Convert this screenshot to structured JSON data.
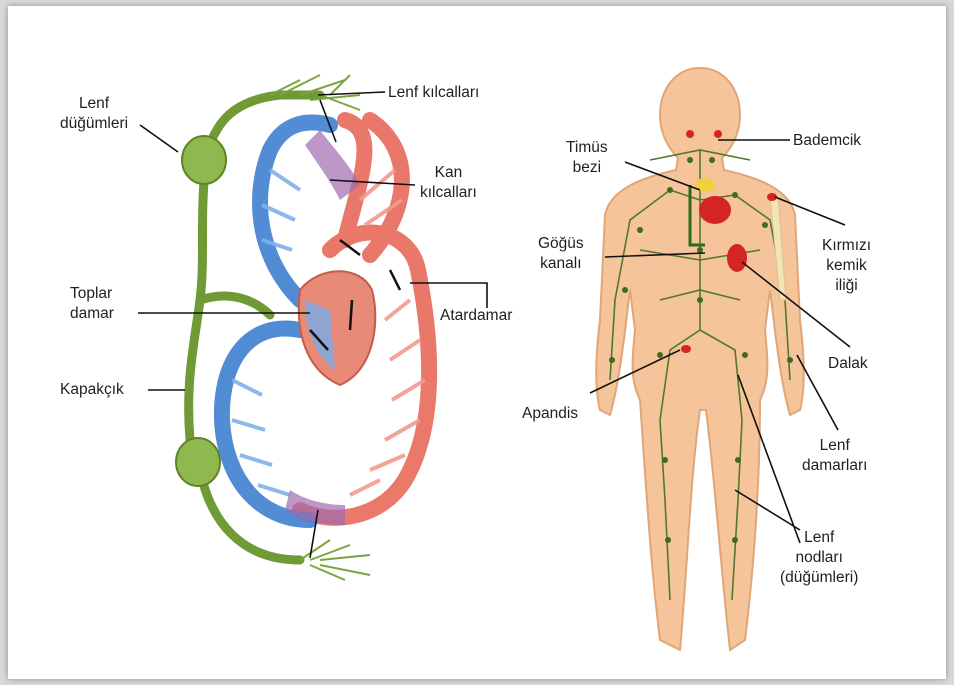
{
  "left_diagram": {
    "lenf_dugumleri": [
      "Lenf",
      "düğümleri"
    ],
    "lenf_kilcallari": "Lenf kılcalları",
    "kan_kilcallari": [
      "Kan",
      "kılcalları"
    ],
    "toplar_damar": [
      "Toplar",
      "damar"
    ],
    "atardamar": "Atardamar",
    "kapakcik": "Kapakçık"
  },
  "right_diagram": {
    "timus_bezi": [
      "Timüs",
      "bezi"
    ],
    "bademcik": "Bademcik",
    "gogus_kanali": [
      "Göğüs",
      "kanalı"
    ],
    "kirmizi_kemik_iligi": [
      "Kırmızı",
      "kemik",
      "iliği"
    ],
    "dalak": "Dalak",
    "apandis": "Apandis",
    "lenf_damarlari": [
      "Lenf",
      "damarları"
    ],
    "lenf_nodlari": [
      "Lenf",
      "nodları",
      "(düğümleri)"
    ]
  },
  "colors": {
    "lymph_green": "#6f9a35",
    "vein_blue": "#3f7fcf",
    "artery_red": "#e86a5a",
    "capillary_purple": "#a06bb0",
    "skin": "#f6c49a",
    "organ_red": "#d42424"
  }
}
